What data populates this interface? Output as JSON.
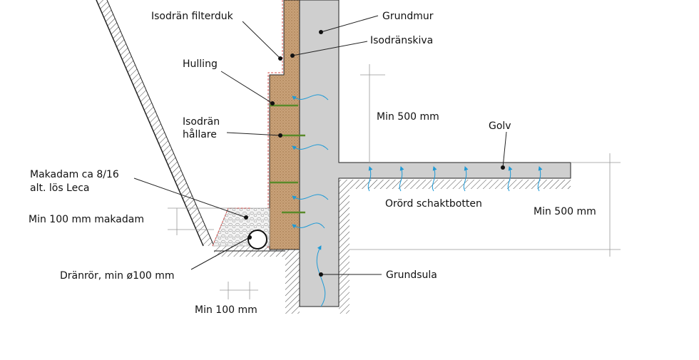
{
  "labels": {
    "isodran_filterduk": "Isodrän filterduk",
    "grundmur": "Grundmur",
    "isodranskiva": "Isodränskiva",
    "hulling": "Hulling",
    "isodran_hallare_1": "Isodrän",
    "isodran_hallare_2": "hållare",
    "makadam_1": "Makadam ca 8/16",
    "makadam_2": "alt. lös Leca",
    "min_100_makadam": "Min 100 mm makadam",
    "dranror": "Dränrör, min ø100 mm",
    "min_100_mm": "Min 100 mm",
    "min_500_mm_wall": "Min 500 mm",
    "golv": "Golv",
    "orord_schaktbotten": "Orörd schaktbotten",
    "min_500_mm_right": "Min 500 mm",
    "grundsula": "Grundsula"
  },
  "colors": {
    "concrete": "#cfcfcf",
    "board": "#c9a27a",
    "hatch": "#333333",
    "water_arrow": "#1e9ad6",
    "hook": "#5a8a2a",
    "filter_dashed": "#d9534f",
    "leader": "#222222"
  }
}
